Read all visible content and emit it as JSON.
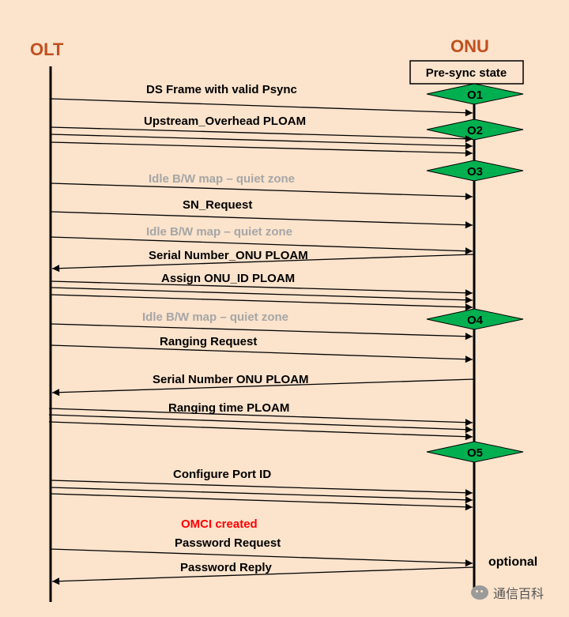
{
  "actors": {
    "left": "OLT",
    "right": "ONU",
    "color": "#c0501e"
  },
  "presync_label": "Pre-sync state",
  "states": [
    "O1",
    "O2",
    "O3",
    "O4",
    "O5"
  ],
  "state_color": "#00b050",
  "messages": [
    {
      "text": "DS Frame with valid Psync",
      "style": "normal"
    },
    {
      "text": "Upstream_Overhead PLOAM",
      "style": "normal"
    },
    {
      "text": "Idle B/W map – quiet zone",
      "style": "gray"
    },
    {
      "text": "SN_Request",
      "style": "normal"
    },
    {
      "text": "Idle B/W map – quiet zone",
      "style": "gray"
    },
    {
      "text": "Serial Number_ONU PLOAM",
      "style": "normal"
    },
    {
      "text": "Assign ONU_ID PLOAM",
      "style": "normal"
    },
    {
      "text": "Idle B/W map – quiet zone",
      "style": "gray"
    },
    {
      "text": "Ranging Request",
      "style": "normal"
    },
    {
      "text": "Serial Number ONU PLOAM",
      "style": "normal"
    },
    {
      "text": "Ranging time PLOAM",
      "style": "normal"
    },
    {
      "text": "Configure Port ID",
      "style": "normal"
    },
    {
      "text": "OMCI created",
      "style": "red"
    },
    {
      "text": "Password Request",
      "style": "normal"
    },
    {
      "text": "Password Reply",
      "style": "normal"
    }
  ],
  "optional_label": "optional",
  "colors": {
    "normal": "#000000",
    "gray": "#a6a6a6",
    "red": "#ff0000",
    "background": "#fbe3cc"
  },
  "watermark": "通信百科"
}
